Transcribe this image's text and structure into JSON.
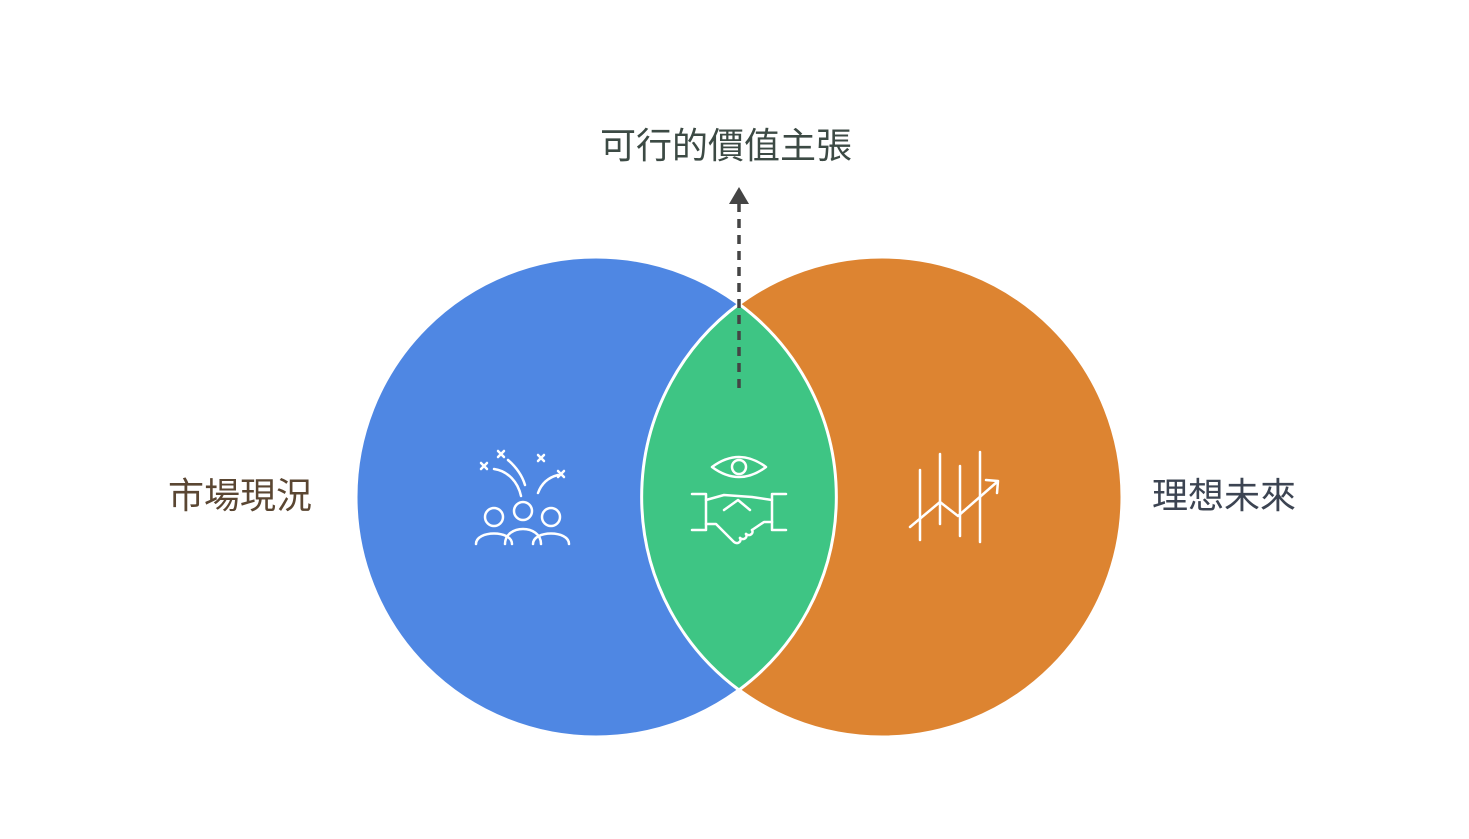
{
  "diagram": {
    "type": "venn-2",
    "left_set": {
      "label": "市場現況",
      "icon": "crowd-celebrating-icon"
    },
    "right_set": {
      "label": "理想未來",
      "icon": "growth-chart-icon"
    },
    "intersection": {
      "label": "可行的價值主張",
      "icon": "handshake-vision-icon"
    },
    "colors": {
      "left_circle": "#4f87e3",
      "right_circle": "#dd8431",
      "intersection": "#3ec584",
      "outline": "#ffffff",
      "arrow": "#444444",
      "icon_stroke": "#ffffff"
    }
  }
}
